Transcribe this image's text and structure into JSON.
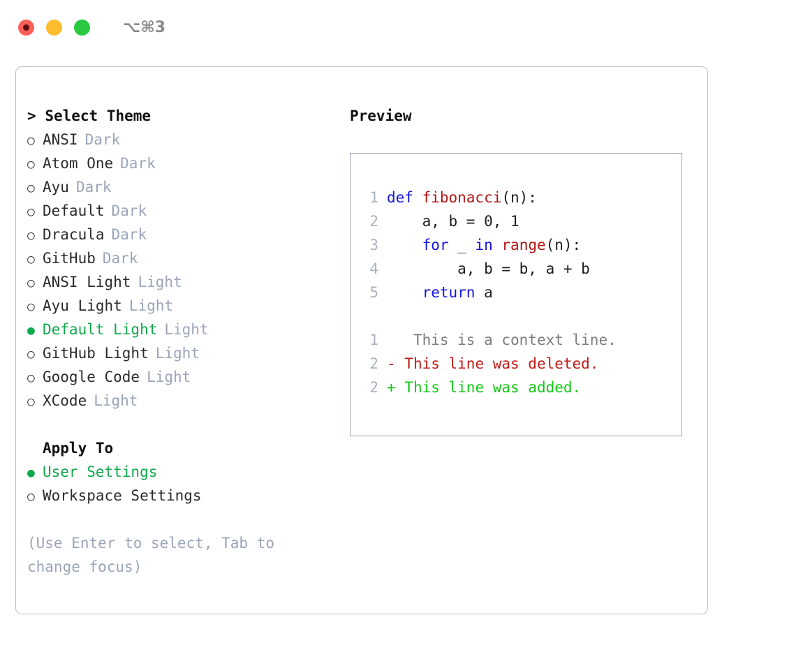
{
  "window": {
    "title": "⌥⌘3",
    "traffic_lights": [
      {
        "name": "close",
        "color": "#fc5f58"
      },
      {
        "name": "minimize",
        "color": "#fdbc2d"
      },
      {
        "name": "maximize",
        "color": "#28c93f"
      }
    ]
  },
  "colors": {
    "accent_green": "#0fa84b",
    "tag_muted": "#9aa5b8",
    "panel_border": "#b7c0ce",
    "preview_border": "#98a4b4",
    "keyword_blue": "#1414e0",
    "function_red": "#b21515",
    "diff_added": "#14c814",
    "diff_deleted": "#c11b17",
    "diff_context": "#7d7d7d",
    "line_number": "#a8b2c0"
  },
  "left": {
    "heading_caret": ">",
    "heading": "Select Theme",
    "themes": [
      {
        "bullet": "○",
        "label": "ANSI",
        "tag": "Dark",
        "selected": false
      },
      {
        "bullet": "○",
        "label": "Atom One",
        "tag": "Dark",
        "selected": false
      },
      {
        "bullet": "○",
        "label": "Ayu",
        "tag": "Dark",
        "selected": false
      },
      {
        "bullet": "○",
        "label": "Default",
        "tag": "Dark",
        "selected": false
      },
      {
        "bullet": "○",
        "label": "Dracula",
        "tag": "Dark",
        "selected": false
      },
      {
        "bullet": "○",
        "label": "GitHub",
        "tag": "Dark",
        "selected": false
      },
      {
        "bullet": "○",
        "label": "ANSI Light",
        "tag": "Light",
        "selected": false
      },
      {
        "bullet": "○",
        "label": "Ayu Light",
        "tag": "Light",
        "selected": false
      },
      {
        "bullet": "●",
        "label": "Default Light",
        "tag": "Light",
        "selected": true
      },
      {
        "bullet": "○",
        "label": "GitHub Light",
        "tag": "Light",
        "selected": false
      },
      {
        "bullet": "○",
        "label": "Google Code",
        "tag": "Light",
        "selected": false
      },
      {
        "bullet": "○",
        "label": "XCode",
        "tag": "Light",
        "selected": false
      }
    ],
    "apply_to_heading": "Apply To",
    "apply_to": [
      {
        "bullet": "●",
        "label": "User Settings",
        "selected": true
      },
      {
        "bullet": "○",
        "label": "Workspace Settings",
        "selected": false
      }
    ],
    "hint": "(Use Enter to select, Tab to change focus)"
  },
  "right": {
    "preview_title": "Preview",
    "code_lines": [
      {
        "num": "1",
        "tokens": [
          {
            "t": "def ",
            "k": "kw"
          },
          {
            "t": "fibonacci",
            "k": "fn"
          },
          {
            "t": "(n):",
            "k": "pl"
          }
        ]
      },
      {
        "num": "2",
        "tokens": [
          {
            "t": "    a, b = 0, 1",
            "k": "pl"
          }
        ]
      },
      {
        "num": "3",
        "tokens": [
          {
            "t": "    ",
            "k": "pl"
          },
          {
            "t": "for",
            "k": "kw"
          },
          {
            "t": " _ ",
            "k": "pl"
          },
          {
            "t": "in",
            "k": "kw"
          },
          {
            "t": " ",
            "k": "pl"
          },
          {
            "t": "range",
            "k": "fn"
          },
          {
            "t": "(n):",
            "k": "pl"
          }
        ]
      },
      {
        "num": "4",
        "tokens": [
          {
            "t": "        a, b = b, a + b",
            "k": "pl"
          }
        ]
      },
      {
        "num": "5",
        "tokens": [
          {
            "t": "    ",
            "k": "pl"
          },
          {
            "t": "return",
            "k": "kw"
          },
          {
            "t": " a",
            "k": "pl"
          }
        ]
      }
    ],
    "diff_lines": [
      {
        "num": "1",
        "marker": " ",
        "text": "  This is a context line.",
        "kind": "context"
      },
      {
        "num": "2",
        "marker": "-",
        "text": " This line was deleted.",
        "kind": "deleted"
      },
      {
        "num": "2",
        "marker": "+",
        "text": " This line was added.",
        "kind": "added"
      }
    ]
  }
}
